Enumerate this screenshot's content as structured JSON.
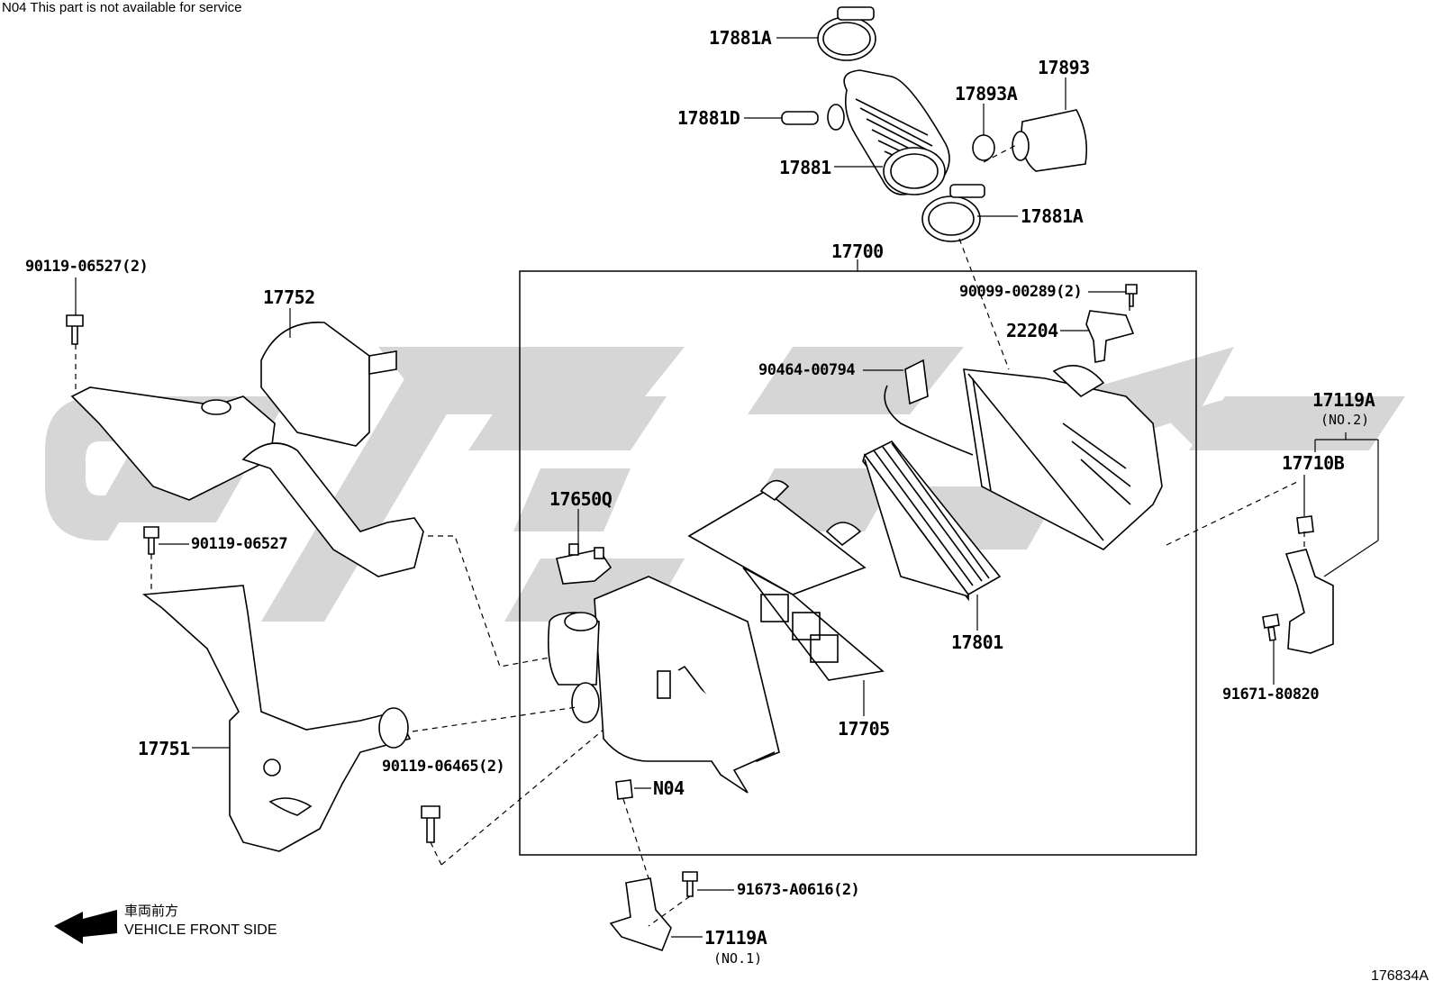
{
  "header_note": "N04 This part is not available for service",
  "illustration_code": "176834A",
  "front_marker": {
    "japanese": "車両前方",
    "english": "VEHICLE FRONT SIDE"
  },
  "callouts": {
    "c17881A_top": "17881A",
    "c17881D": "17881D",
    "c17881": "17881",
    "c17893A": "17893A",
    "c17893": "17893",
    "c17881A_bottom": "17881A",
    "c17700": "17700",
    "c90099": "90099-00289(2)",
    "c22204": "22204",
    "c90464": "90464-00794",
    "c17119A_no2": "17119A",
    "no2": "(NO.2)",
    "c17710B": "17710B",
    "c91671": "91671-80820",
    "c17650Q": "17650Q",
    "c17801": "17801",
    "c17705": "17705",
    "c90119_06527_2": "90119-06527(2)",
    "c17752": "17752",
    "c90119_06527": "90119-06527",
    "c17751": "17751",
    "c90119_06465": "90119-06465(2)",
    "cN04": "N04",
    "c91673": "91673-A0616(2)",
    "c17119A_no1": "17119A",
    "no1": "(NO.1)"
  },
  "colors": {
    "line": "#000000",
    "watermark": "#d3d3d3",
    "background": "#ffffff"
  }
}
